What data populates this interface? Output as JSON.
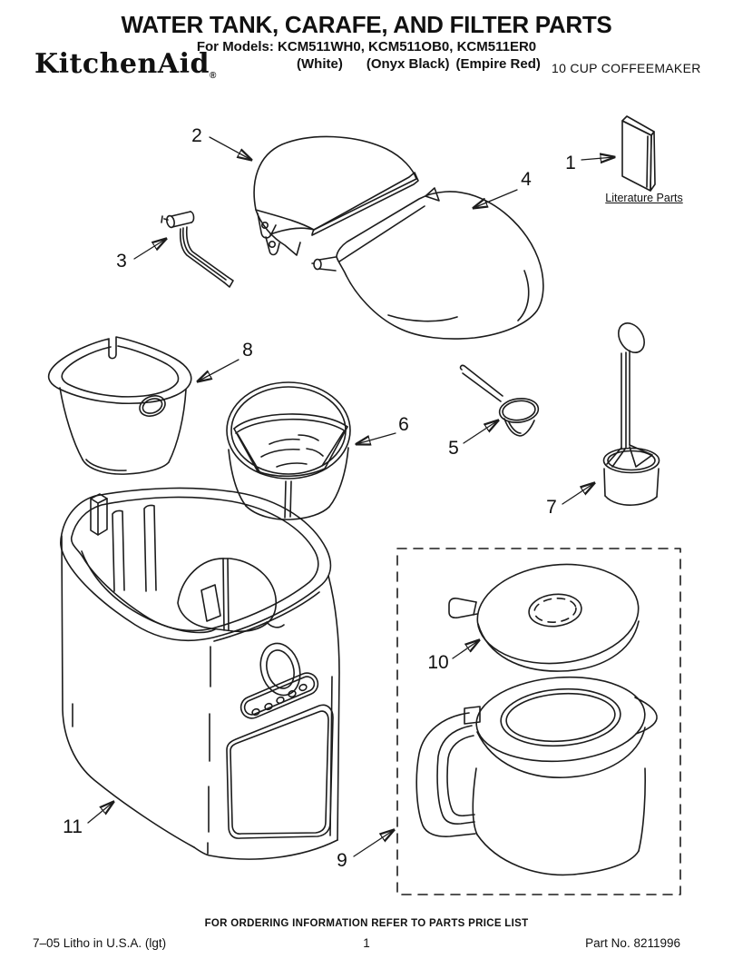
{
  "header": {
    "title": "WATER TANK, CARAFE, AND FILTER PARTS",
    "models_line": "For Models: KCM511WH0, KCM511OB0, KCM511ER0",
    "color_white": "(White)",
    "color_black": "(Onyx Black)",
    "color_red": "(Empire Red)",
    "brand": "KitchenAid",
    "registered_mark": "®",
    "product_type": "10 CUP COFFEEMAKER"
  },
  "diagram": {
    "literature_caption": "Literature Parts",
    "callouts": [
      "1",
      "2",
      "3",
      "4",
      "5",
      "6",
      "7",
      "8",
      "9",
      "10",
      "11"
    ]
  },
  "footer": {
    "ordering_note": "FOR ORDERING INFORMATION REFER TO PARTS PRICE LIST",
    "litho_note": "7–05 Litho in U.S.A. (lgt)",
    "page_number": "1",
    "part_number": "Part No. 8211996"
  },
  "colors": {
    "ink": "#1c1c1c",
    "paper": "#ffffff"
  }
}
